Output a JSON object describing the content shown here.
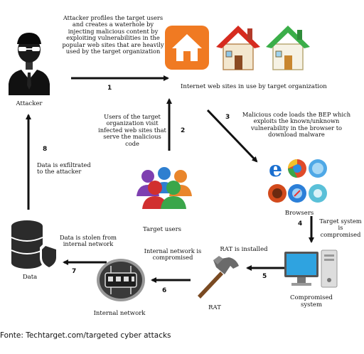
{
  "nodes": {
    "attacker": "Attacker",
    "websites": "Internet web sites in use by target organization",
    "browsers": "Browsers",
    "target_users": "Target users",
    "compromised_system": "Compromised system",
    "rat": "RAT",
    "internal_network": "Internal network",
    "data": "Data"
  },
  "steps": [
    {
      "num": "1",
      "text": "Attacker profiles the target users and creates a waterhole by injecting malicious content by exploiting vulnerabilities in the popular web sites that are heavily used by the target organization"
    },
    {
      "num": "2",
      "text": "Users of the target organization visit infected web sites that serve the malicious code"
    },
    {
      "num": "3",
      "text": "Malicious code loads the BEP which exploits the known/unknown vulnerability in the browser to download malware"
    },
    {
      "num": "4",
      "text": "Target system is compromised"
    },
    {
      "num": "5",
      "text": "RAT is installed"
    },
    {
      "num": "6",
      "text": "Internal network is compromised"
    },
    {
      "num": "7",
      "text": "Data is stolen from internal network"
    },
    {
      "num": "8",
      "text": "Data is exfiltrated to the attacker"
    }
  ],
  "source": "Fonte: Techtarget.com/targeted cyber attacks"
}
